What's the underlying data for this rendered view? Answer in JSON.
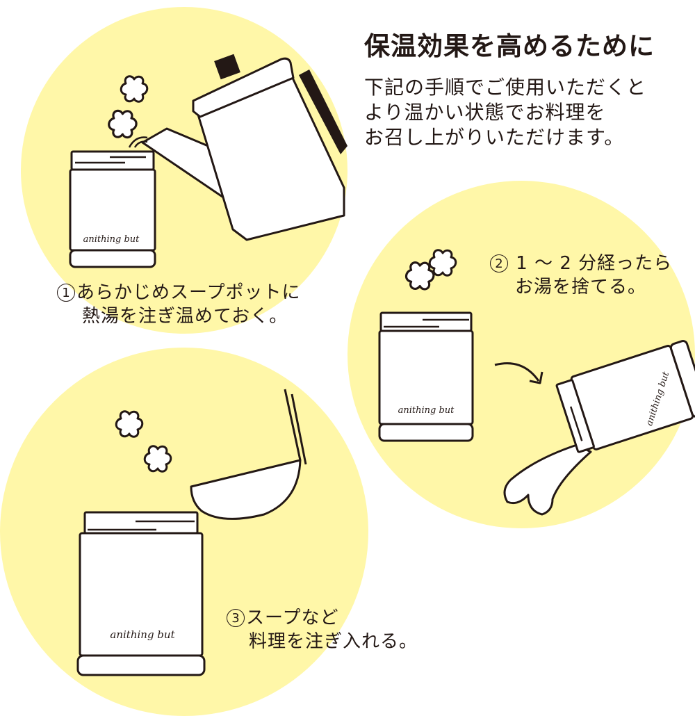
{
  "colors": {
    "circle_fill": "#FFF7A8",
    "line": "#231815",
    "white": "#FFFFFF",
    "background": "#FFFFFF"
  },
  "header": {
    "title": "保温効果を高めるために",
    "intro_lines": [
      "下記の手順でご使用いただくと",
      "より温かい状態でお料理を",
      "お召し上がりいただけます。"
    ]
  },
  "steps": [
    {
      "number": "1",
      "lines": [
        "あらかじめスープポットに",
        "熱湯を注ぎ温めておく。"
      ],
      "illustration": "kettle-pouring-hot-water-into-soup-pot"
    },
    {
      "number": "2",
      "lines": [
        "1 ～ 2 分経ったら",
        "お湯を捨てる。"
      ],
      "illustration": "soup-pot-tipped-to-pour-out-water"
    },
    {
      "number": "3",
      "lines": [
        "スープなど",
        "料理を注ぎ入れる。"
      ],
      "illustration": "ladle-pouring-soup-into-soup-pot"
    }
  ],
  "product": {
    "brand_label": "anithing but"
  },
  "icons": {
    "steam": "steam-puff-icon",
    "arrow": "curved-arrow-icon"
  }
}
